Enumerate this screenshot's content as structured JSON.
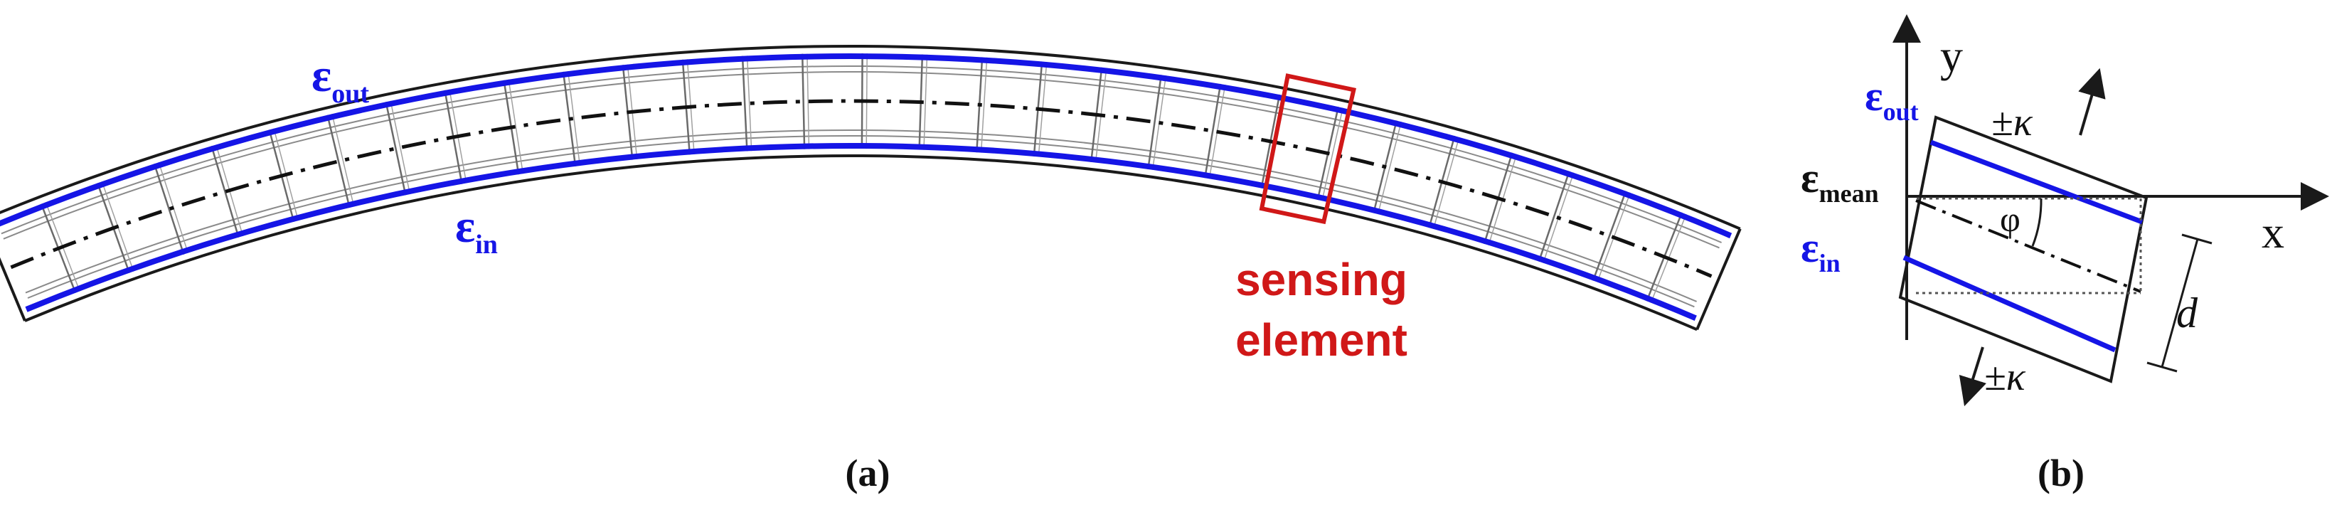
{
  "colors": {
    "strain_line": "#1515e6",
    "sensing_box": "#d01818",
    "outline": "#1a1a1a",
    "grid": "#7a7a7a"
  },
  "panel_a": {
    "eps_out": {
      "sym": "ε",
      "sub": "out"
    },
    "eps_in": {
      "sym": "ε",
      "sub": "in"
    },
    "sensing_label_1": "sensing",
    "sensing_label_2": "element",
    "caption": "(a)"
  },
  "panel_b": {
    "axis_x": "x",
    "axis_y": "y",
    "eps_out": {
      "sym": "ε",
      "sub": "out"
    },
    "eps_mean": {
      "sym": "ε",
      "sub": "mean"
    },
    "eps_in": {
      "sym": "ε",
      "sub": "in"
    },
    "angle_label": "φ",
    "thickness_label": "d",
    "curvature_top": "±κ",
    "curvature_bottom": "±κ",
    "caption": "(b)"
  }
}
